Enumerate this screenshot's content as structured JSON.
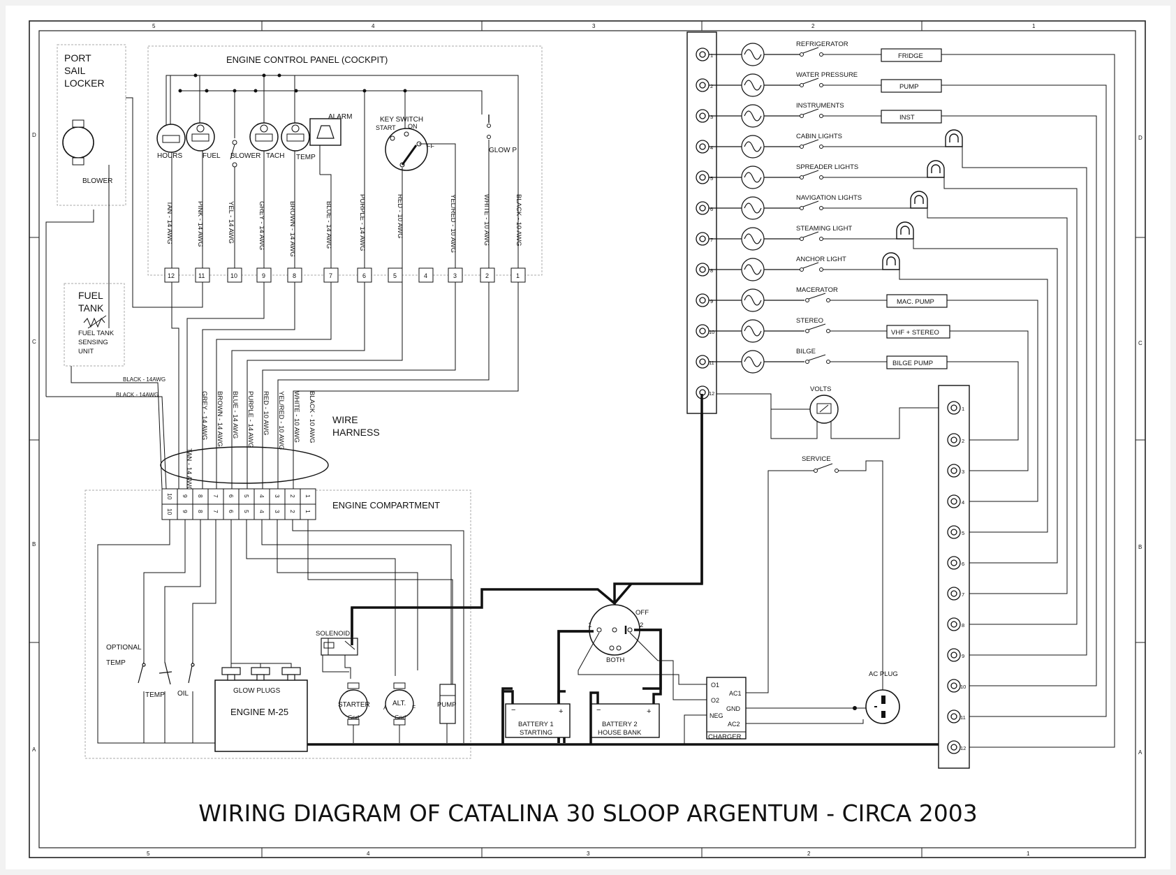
{
  "title": "WIRING DIAGRAM OF CATALINA 30 SLOOP ARGENTUM - CIRCA 2003",
  "border": {
    "top_zones": [
      "5",
      "4",
      "3",
      "2",
      "1"
    ],
    "bottom_zones": [
      "5",
      "4",
      "3",
      "2",
      "1"
    ],
    "side_zones": [
      "D",
      "C",
      "B",
      "A"
    ]
  },
  "port_locker": {
    "label_lines": [
      "PORT",
      "SAIL",
      "LOCKER"
    ],
    "blower": "BLOWER"
  },
  "fuel_tank": {
    "label_lines": [
      "FUEL",
      "TANK"
    ],
    "sensor_lines": [
      "FUEL TANK",
      "SENSING",
      "UNIT"
    ],
    "wire_a": "BLACK - 14AWG",
    "wire_b": "BLACK - 14AWG"
  },
  "control_panel": {
    "title": "ENGINE CONTROL PANEL (COCKPIT)",
    "gauges": [
      "HOURS",
      "FUEL",
      "BLOWER",
      "TACH",
      "TEMP"
    ],
    "alarm": "ALARM",
    "key_switch": {
      "title": "KEY SWITCH",
      "start": "START",
      "on": "ON",
      "off": "OFF"
    },
    "glow": "GLOW P",
    "wires": [
      "TAN - 14 AWG",
      "PINK - 14 AWG",
      "YEL - 14 AWG",
      "GREY - 14 AWG",
      "BROWN - 14 AWG",
      "BLUE - 14 AWG",
      "PURPLE - 14 AWG",
      "RED - 10 AWG",
      "YEL/RED - 10 AWG",
      "WHITE - 10 AWG",
      "BLACK - 10 AWG"
    ],
    "terminals": [
      "12",
      "11",
      "10",
      "9",
      "8",
      "7",
      "6",
      "5",
      "4",
      "3",
      "2",
      "1"
    ]
  },
  "harness": {
    "label_lines": [
      "WIRE",
      "HARNESS"
    ],
    "wires": [
      "TAN - 14 AWG",
      "GREY - 14 AWG",
      "BROWN - 14 AWG",
      "BLUE - 14 AWG",
      "PURPLE - 14 AWG",
      "RED - 10 AWG",
      "YEL/RED - 10 AWG",
      "WHITE - 10 AWG",
      "BLACK - 10 AWG"
    ]
  },
  "engine_compartment": {
    "title": "ENGINE COMPARTMENT",
    "terminals_top": [
      "10",
      "9",
      "8",
      "7",
      "6",
      "5",
      "4",
      "3",
      "2",
      "1"
    ],
    "terminals_bottom": [
      "10",
      "9",
      "8",
      "7",
      "6",
      "5",
      "4",
      "3",
      "2",
      "1"
    ],
    "optional_temp_lines": [
      "OPTIONAL",
      "TEMP"
    ],
    "temp": "TEMP",
    "oil": "OIL",
    "glow_plugs": "GLOW PLUGS",
    "engine": "ENGINE M-25",
    "solenoid": "SOLENOID",
    "starter": "STARTER",
    "alt": "ALT.",
    "gnd": "Gnd",
    "alt_a": "A",
    "alt_f": "F",
    "pump": "PUMP"
  },
  "battery_switch": {
    "one": "1",
    "two": "2",
    "off": "OFF",
    "both": "BOTH"
  },
  "batteries": [
    {
      "lines": [
        "BATTERY 1",
        "STARTING"
      ],
      "minus": "−",
      "plus": "+"
    },
    {
      "lines": [
        "BATTERY 2",
        "HOUSE BANK"
      ],
      "minus": "−",
      "plus": "+"
    }
  ],
  "charger": {
    "label": "CHARGER",
    "o1": "O1",
    "o2": "O2",
    "neg": "NEG",
    "ac1": "AC1",
    "gnd": "GND",
    "ac2": "AC2"
  },
  "ac_plug": "AC PLUG",
  "volts": "VOLTS",
  "service": "SERVICE",
  "breakers": [
    {
      "label": "REFRIGERATOR",
      "load": "FRIDGE",
      "kind": "box"
    },
    {
      "label": "WATER PRESSURE",
      "load": "PUMP",
      "kind": "box"
    },
    {
      "label": "INSTRUMENTS",
      "load": "INST",
      "kind": "box"
    },
    {
      "label": "CABIN LIGHTS",
      "load": "",
      "kind": "lamp"
    },
    {
      "label": "SPREADER LIGHTS",
      "load": "",
      "kind": "lamp"
    },
    {
      "label": "NAVIGATION LIGHTS",
      "load": "",
      "kind": "lamp"
    },
    {
      "label": "STEAMING LIGHT",
      "load": "",
      "kind": "lamp"
    },
    {
      "label": "ANCHOR LIGHT",
      "load": "",
      "kind": "lamp"
    },
    {
      "label": "MACERATOR",
      "load": "MAC. PUMP",
      "kind": "box"
    },
    {
      "label": "STEREO",
      "load": "VHF + STEREO",
      "kind": "box"
    },
    {
      "label": "BILGE",
      "load": "BILGE PUMP",
      "kind": "box"
    }
  ],
  "left_bus_terminals": [
    "1",
    "2",
    "3",
    "4",
    "5",
    "6",
    "7",
    "8",
    "9",
    "10",
    "11",
    "12"
  ],
  "right_bus_terminals": [
    "1",
    "2",
    "3",
    "4",
    "5",
    "6",
    "7",
    "8",
    "9",
    "10",
    "11",
    "12"
  ]
}
